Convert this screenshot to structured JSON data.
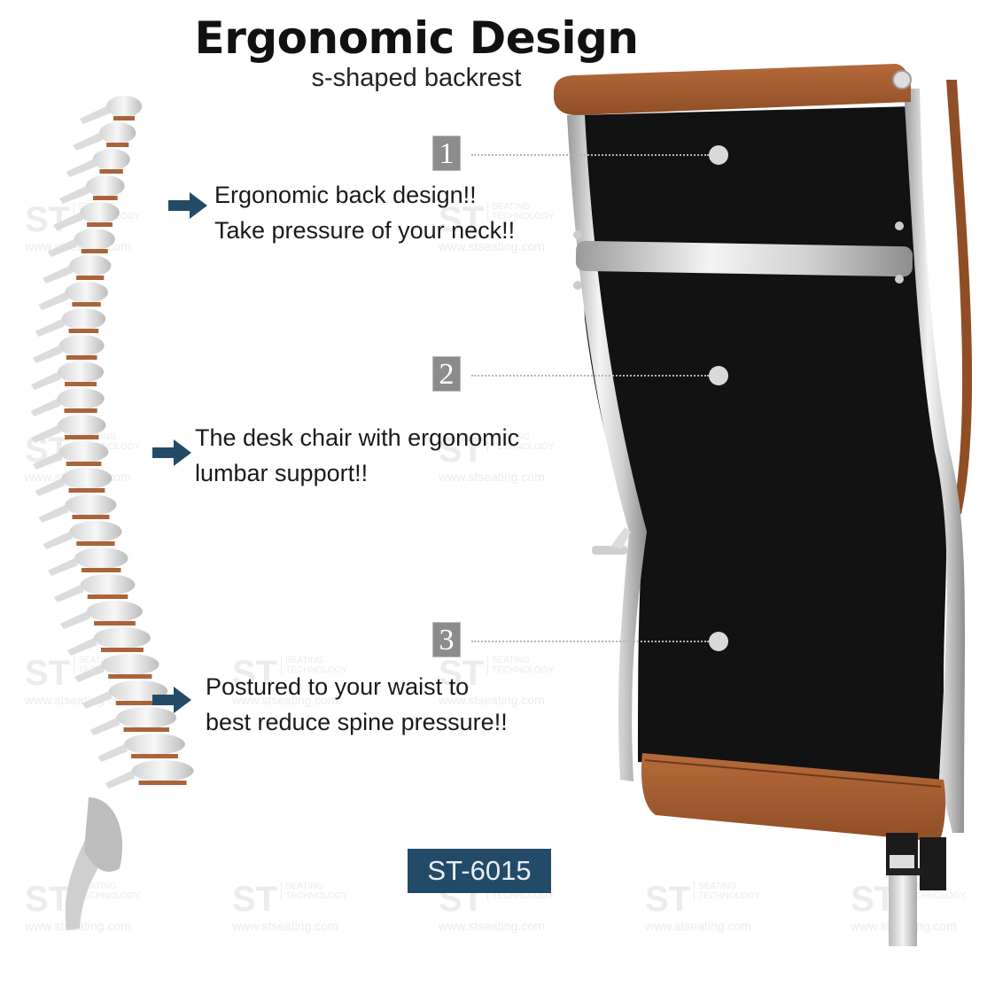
{
  "header": {
    "title": "Ergonomic Design",
    "subtitle": "s-shaped backrest"
  },
  "callouts": [
    {
      "line1": "Ergonomic back design!!",
      "line2": "Take pressure of your neck!!"
    },
    {
      "line1": "The desk chair with ergonomic",
      "line2": "lumbar support!!"
    },
    {
      "line1": "Postured to your waist to",
      "line2": "best reduce spine pressure!!"
    }
  ],
  "markers": [
    {
      "number": "1"
    },
    {
      "number": "2"
    },
    {
      "number": "3"
    }
  ],
  "model_badge": {
    "label": "ST-6015"
  },
  "watermark": {
    "logo": "ST",
    "line1": "SEATING",
    "line2": "TECHNOLOGY",
    "url": "www.stseating.com"
  },
  "colors": {
    "arrow": "#234a66",
    "badge": "#234a66",
    "leather": "#a0582c",
    "mesh": "#111111",
    "marker": "#8c8c8c"
  }
}
